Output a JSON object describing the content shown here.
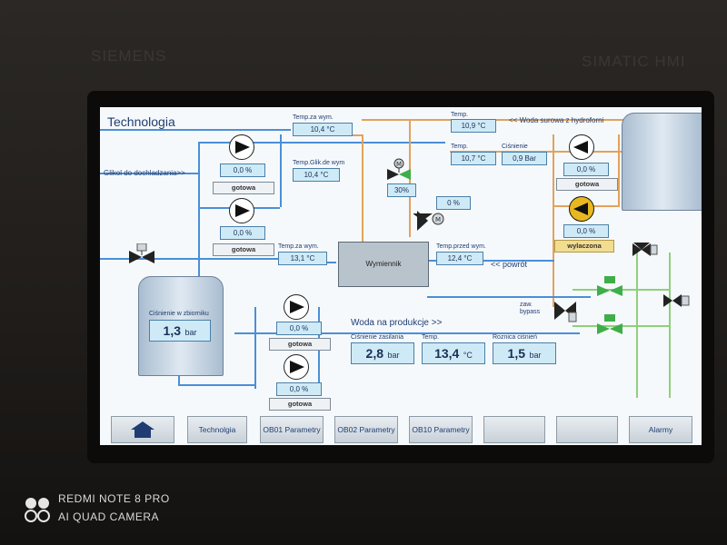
{
  "device": {
    "brand_left": "SIEMENS",
    "brand_right": "SIMATIC HMI"
  },
  "title": "Technologia",
  "labels": {
    "glikol": "Glikol do dochladzania>>",
    "woda_surowa": "<< Woda surowa z hydroforni",
    "powrot": "<< powrót",
    "woda_prod": "Woda na produkcje >>",
    "bypass": "zaw. bypass",
    "wymiennik": "Wymiennik"
  },
  "temps": {
    "za_wym_top": {
      "label": "Temp.za wym.",
      "value": "10,4 °C"
    },
    "glik_de_wym": {
      "label": "Temp.Glik.de wym",
      "value": "10,4 °C"
    },
    "temp_top_right": {
      "label": "Temp.",
      "value": "10,9 °C"
    },
    "temp_mid_right": {
      "label": "Temp.",
      "value": "10,7 °C"
    },
    "cisnienie_right": {
      "label": "Ciśnienie",
      "value": "0,9 Bar"
    },
    "za_wym_bottom": {
      "label": "Temp.za wym.",
      "value": "13,1 °C"
    },
    "przed_wym": {
      "label": "Temp.przed wym.",
      "value": "12,4 °C"
    }
  },
  "valves": {
    "v1": "30%",
    "v2": "0 %"
  },
  "pumps": [
    {
      "value": "0,0 %",
      "status": "gotowa"
    },
    {
      "value": "0,0 %",
      "status": "gotowa"
    },
    {
      "value": "0,0 %",
      "status": "gotowa"
    },
    {
      "value": "0,0 %",
      "status": "gotowa"
    },
    {
      "value": "0,0 %",
      "status": "gotowa"
    },
    {
      "value": "0,0 %",
      "status": "wylaczona"
    }
  ],
  "tank": {
    "label": "Ciśnienie w zbiorniku",
    "value": "1,3",
    "unit": "bar"
  },
  "production": {
    "cisnienie": {
      "label": "Ciśnienie zasilania",
      "value": "2,8",
      "unit": "bar"
    },
    "temp": {
      "label": "Temp.",
      "value": "13,4",
      "unit": "°C"
    },
    "roznica": {
      "label": "Roznica ciśnień",
      "value": "1,5",
      "unit": "bar"
    }
  },
  "nav": {
    "home": "home-icon",
    "b1": "Technolgia",
    "b2": "OB01 Parametry",
    "b3": "OB02 Parametry",
    "b4": "OB10 Parametry",
    "b5": "",
    "b6": "",
    "b7": "Alarmy"
  },
  "camera": {
    "line1": "REDMI NOTE 8 PRO",
    "line2": "AI QUAD CAMERA"
  }
}
